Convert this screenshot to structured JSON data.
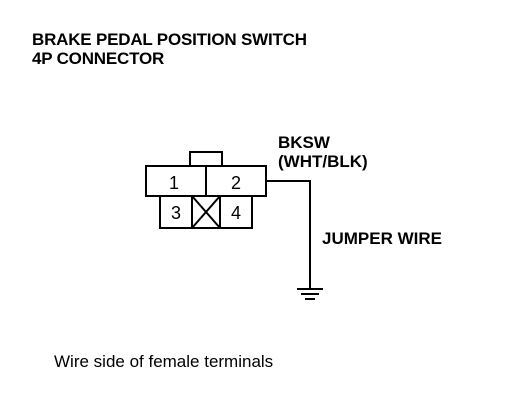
{
  "title": {
    "line1": "BRAKE PEDAL POSITION SWITCH",
    "line2": "4P CONNECTOR"
  },
  "connector": {
    "pins": [
      "1",
      "2",
      "3",
      "4"
    ]
  },
  "labels": {
    "signal": "BKSW",
    "wire_color": "(WHT/BLK)",
    "jumper": "JUMPER WIRE"
  },
  "caption": "Wire side of female terminals"
}
